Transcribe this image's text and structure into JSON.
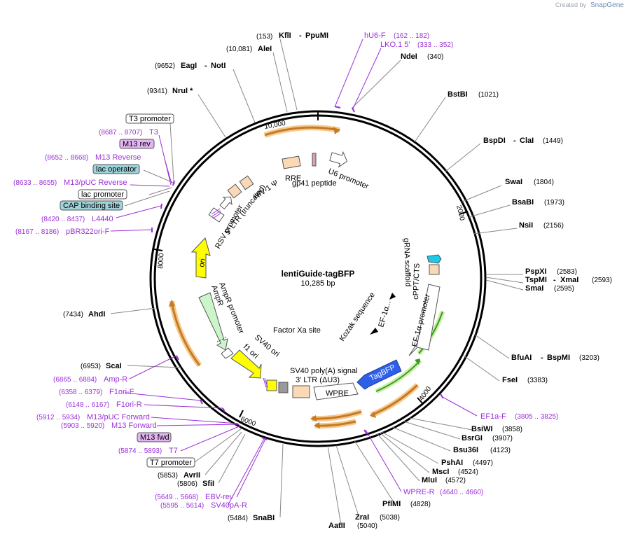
{
  "credit": {
    "prefix": "Created by",
    "brand": "SnapGene"
  },
  "plasmid": {
    "name": "lentiGuide-tagBFP",
    "size": "10,285 bp"
  },
  "ticks": [
    "2000",
    "4000",
    "6000",
    "8000",
    "10,000"
  ],
  "sites": [
    {
      "name": "KflI",
      "name2": "PpuMI",
      "pos": "(153)"
    },
    {
      "name": "AleI",
      "pos": "(10,081)"
    },
    {
      "name": "EagI",
      "name2": "NotI",
      "pos": "(9652)"
    },
    {
      "name": "NruI *",
      "pos": "(9341)"
    },
    {
      "name": "NdeI",
      "pos": "(340)"
    },
    {
      "name": "BstBI",
      "pos": "(1021)"
    },
    {
      "name": "BspDI",
      "name2": "ClaI",
      "pos": "(1449)"
    },
    {
      "name": "SwaI",
      "pos": "(1804)"
    },
    {
      "name": "BsaBI",
      "pos": "(1973)"
    },
    {
      "name": "NsiI",
      "pos": "(2156)"
    },
    {
      "name": "PspXI",
      "pos": "(2583)"
    },
    {
      "name": "TspMI",
      "name2": "XmaI",
      "pos": "(2593)"
    },
    {
      "name": "SmaI",
      "pos": "(2595)"
    },
    {
      "name": "BfuAI",
      "name2": "BspMI",
      "pos": "(3203)"
    },
    {
      "name": "FseI",
      "pos": "(3383)"
    },
    {
      "name": "BsiWI",
      "pos": "(3858)"
    },
    {
      "name": "BsrGI",
      "pos": "(3907)"
    },
    {
      "name": "Bsu36I",
      "pos": "(4123)"
    },
    {
      "name": "PshAI",
      "pos": "(4497)"
    },
    {
      "name": "MscI",
      "pos": "(4524)"
    },
    {
      "name": "MluI",
      "pos": "(4572)"
    },
    {
      "name": "PflMI",
      "pos": "(4828)"
    },
    {
      "name": "ZraI",
      "pos": "(5038)"
    },
    {
      "name": "AatII",
      "pos": "(5040)"
    },
    {
      "name": "SnaBI",
      "pos": "(5484)"
    },
    {
      "name": "SfiI",
      "pos": "(5806)"
    },
    {
      "name": "AvrII",
      "pos": "(5853)"
    },
    {
      "name": "ScaI",
      "pos": "(6953)"
    },
    {
      "name": "AhdI",
      "pos": "(7434)"
    }
  ],
  "primers": [
    {
      "name": "hU6-F",
      "range": "(162 .. 182)"
    },
    {
      "name": "LKO.1 5'",
      "range": "(333 .. 352)"
    },
    {
      "name": "T3",
      "range": "(8687 .. 8707)"
    },
    {
      "name": "M13 Reverse",
      "range": "(8652 .. 8668)"
    },
    {
      "name": "M13/pUC Reverse",
      "range": "(8633 .. 8655)"
    },
    {
      "name": "L4440",
      "range": "(8420 .. 8437)"
    },
    {
      "name": "pBR322ori-F",
      "range": "(8167 .. 8186)"
    },
    {
      "name": "Amp-R",
      "range": "(6865 .. 6884)"
    },
    {
      "name": "F1ori-F",
      "range": "(6358 .. 6379)"
    },
    {
      "name": "F1ori-R",
      "range": "(6148 .. 6167)"
    },
    {
      "name": "M13/pUC Forward",
      "range": "(5912 .. 5934)"
    },
    {
      "name": "M13 Forward",
      "range": "(5903 .. 5920)"
    },
    {
      "name": "T7",
      "range": "(5874 .. 5893)"
    },
    {
      "name": "EBV-rev",
      "range": "(5649 .. 5668)"
    },
    {
      "name": "SV40pA-R",
      "range": "(5595 .. 5614)"
    },
    {
      "name": "EF1a-F",
      "range": "(3805 .. 3825)"
    },
    {
      "name": "WPRE-R",
      "range": "(4640 .. 4660)"
    }
  ],
  "boxes": {
    "t3_promoter": "T3 promoter",
    "m13_rev": "M13 rev",
    "lac_operator": "lac operator",
    "lac_promoter": "lac promoter",
    "cap_site": "CAP binding site",
    "m13_fwd": "M13 fwd",
    "t7_promoter": "T7 promoter"
  },
  "features": {
    "u6_promoter": "U6 promoter",
    "rre": "RRE",
    "gp41": "gp41 peptide",
    "hiv_psi": "HIV-1 Ψ",
    "ltr5": "5' LTR (truncated)",
    "rsv": "RSV promoter",
    "grna": "gRNA scaffold",
    "cppt": "cPPT/CTS",
    "ef1a_promoter": "EF-1α promoter",
    "ef1a_short": "EF-1α...",
    "kozak": "Kozak sequence",
    "tagbfp": "TagBFP",
    "wpre": "WPRE",
    "ltr3": "3' LTR (ΔU3)",
    "sv40pa": "SV40 poly(A) signal",
    "factorxa": "Factor Xa site",
    "sv40ori": "SV40 ori",
    "f1ori": "f1 ori",
    "ampr_promoter": "AmpR promoter",
    "ampr": "AmpR",
    "ori": "ori"
  },
  "colors": {
    "backbone": "#000000",
    "site_line": "#888888",
    "primer": "#9b30d9",
    "ori": "#ffff00",
    "ampr": "#ccf5cc",
    "promoter": "#ffffff",
    "misc": "#fcd9b6",
    "tagbfp": "#2e5fe8",
    "ltr_seg": "#c57a28",
    "teal_box": "#9ed3db",
    "purple_box": "#e3b4f2"
  }
}
